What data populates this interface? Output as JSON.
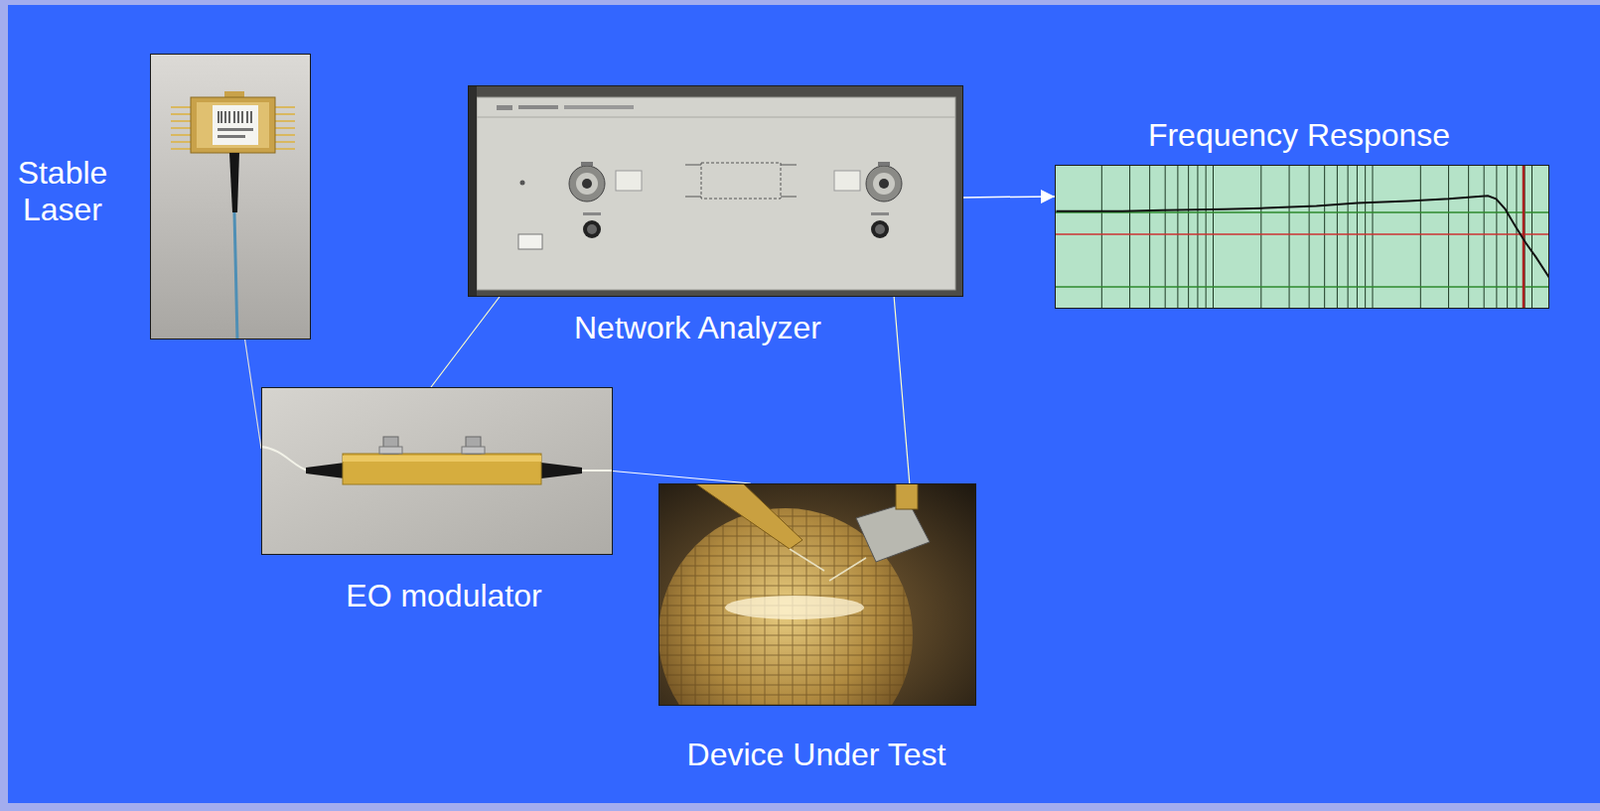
{
  "diagram": {
    "nodes": [
      {
        "text": [
          "Stable Laser"
        ]
      },
      {
        "text": [
          "Network Analyzer"
        ]
      },
      {
        "text": [
          "Frequency Response"
        ]
      },
      {
        "text": [
          "EO modulator"
        ]
      },
      {
        "text": [
          "Device Under Test"
        ]
      }
    ],
    "edges": [
      {
        "from": 0,
        "to": 3,
        "arrow": "none"
      },
      {
        "from": 1,
        "to": 3,
        "arrow": "none"
      },
      {
        "from": 3,
        "to": 4,
        "arrow": "none"
      },
      {
        "from": 4,
        "to": 1,
        "arrow": "none"
      },
      {
        "from": 1,
        "to": 2,
        "arrow": "to"
      }
    ]
  }
}
